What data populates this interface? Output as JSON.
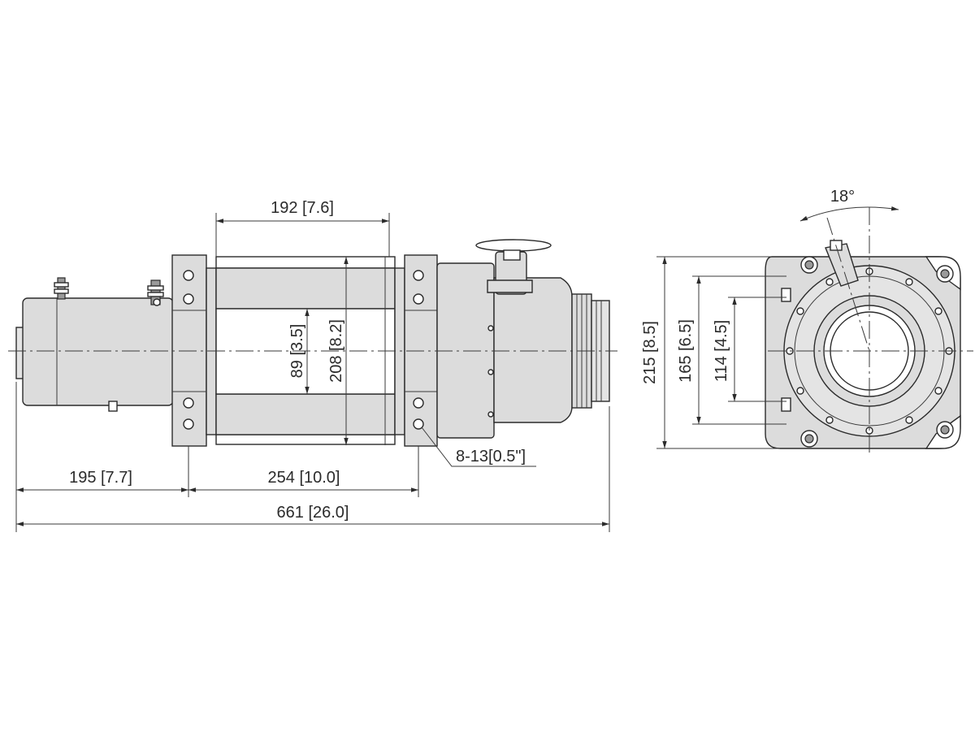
{
  "dimensions": {
    "drum_length": "192 [7.6]",
    "drum_inner_dia": "89 [3.5]",
    "flange_dia": "208 [8.2]",
    "motor_offset": "195 [7.7]",
    "bolt_spacing": "254 [10.0]",
    "overall_length": "661 [26.0]",
    "bolt_spec": "8-13[0.5\"]",
    "height": "215 [8.5]",
    "bolt_pattern_v": "165 [6.5]",
    "bolt_pattern_inner": "114 [4.5]",
    "angle": "18°"
  },
  "colors": {
    "line": "#2b2b2b",
    "fill": "#dcdcdc",
    "background": "#ffffff"
  }
}
